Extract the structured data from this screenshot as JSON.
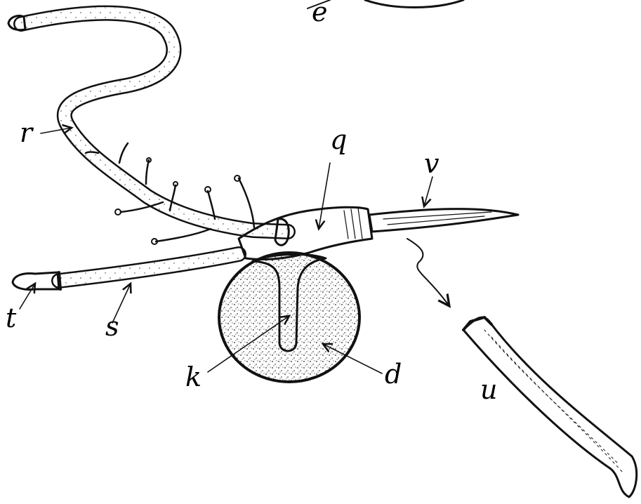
{
  "figure": {
    "labels": {
      "e": "e",
      "r": "r",
      "q": "q",
      "v": "v",
      "t": "t",
      "s": "s",
      "k": "k",
      "d": "d",
      "u": "u"
    }
  }
}
